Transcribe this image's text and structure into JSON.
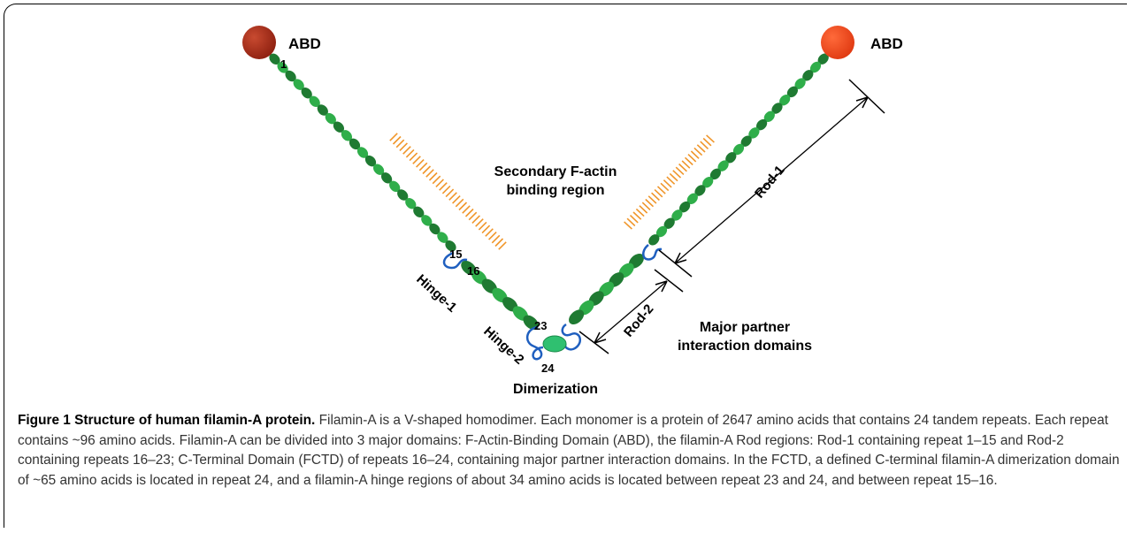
{
  "diagram": {
    "abd_left": "ABD",
    "abd_right": "ABD",
    "repeat_1": "1",
    "repeat_15": "15",
    "repeat_16": "16",
    "repeat_23": "23",
    "repeat_24": "24",
    "hinge_1": "Hinge-1",
    "hinge_2": "Hinge-2",
    "rod_1": "Rod-1",
    "rod_2": "Rod-2",
    "secondary_line1": "Secondary F-actin",
    "secondary_line2": "binding region",
    "major_line1": "Major partner",
    "major_line2": "interaction domains",
    "dimerization": "Dimerization",
    "colors": {
      "abd_left": "#a52a1a",
      "abd_right": "#e8401c",
      "repeat_dark": "#1f7a32",
      "repeat_light": "#2fae4a",
      "hinge": "#1f5fbf",
      "actin_hatch": "#f0962a",
      "dimer": "#2fc070"
    }
  },
  "caption": {
    "title": "Figure 1 Structure of human filamin-A protein.",
    "body": " Filamin-A is a V-shaped homodimer. Each monomer is a protein of 2647 amino acids that contains 24 tandem repeats. Each repeat contains ~96 amino acids. Filamin-A can be divided into 3 major domains: F-Actin-Binding Domain (ABD), the filamin-A Rod regions: Rod-1 containing repeat 1–15 and Rod-2 containing repeats 16–23; C-Terminal Domain (FCTD) of repeats 16–24, containing major partner interaction domains. In the FCTD, a defined C-terminal filamin-A dimerization domain of ~65 amino acids is located in repeat 24, and a filamin-A hinge regions of about 34 amino acids is located between repeat 23 and 24, and between repeat 15–16."
  }
}
